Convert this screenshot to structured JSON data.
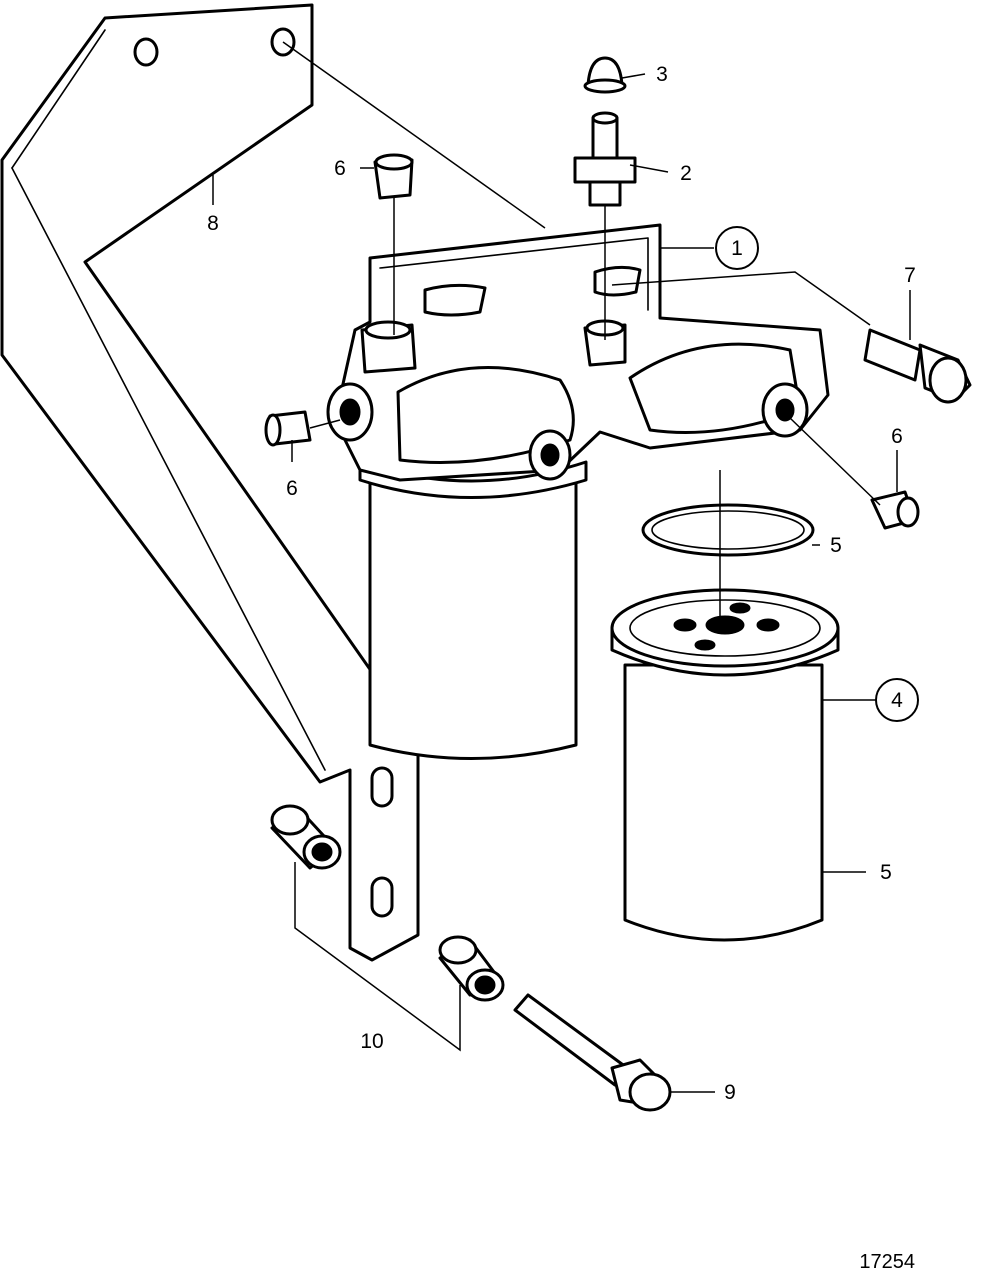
{
  "figure_number": "17254",
  "callouts": [
    {
      "id": "c1",
      "label": "1",
      "circled": true
    },
    {
      "id": "c2",
      "label": "2",
      "circled": false
    },
    {
      "id": "c3",
      "label": "3",
      "circled": false
    },
    {
      "id": "c4",
      "label": "4",
      "circled": true
    },
    {
      "id": "c5a",
      "label": "5",
      "circled": false
    },
    {
      "id": "c5b",
      "label": "5",
      "circled": false
    },
    {
      "id": "c6a",
      "label": "6",
      "circled": false
    },
    {
      "id": "c6b",
      "label": "6",
      "circled": false
    },
    {
      "id": "c6c",
      "label": "6",
      "circled": false
    },
    {
      "id": "c7",
      "label": "7",
      "circled": false
    },
    {
      "id": "c8",
      "label": "8",
      "circled": false
    },
    {
      "id": "c9",
      "label": "9",
      "circled": false
    },
    {
      "id": "c10",
      "label": "10",
      "circled": false
    }
  ],
  "colors": {
    "line": "#000000",
    "background": "#ffffff"
  }
}
